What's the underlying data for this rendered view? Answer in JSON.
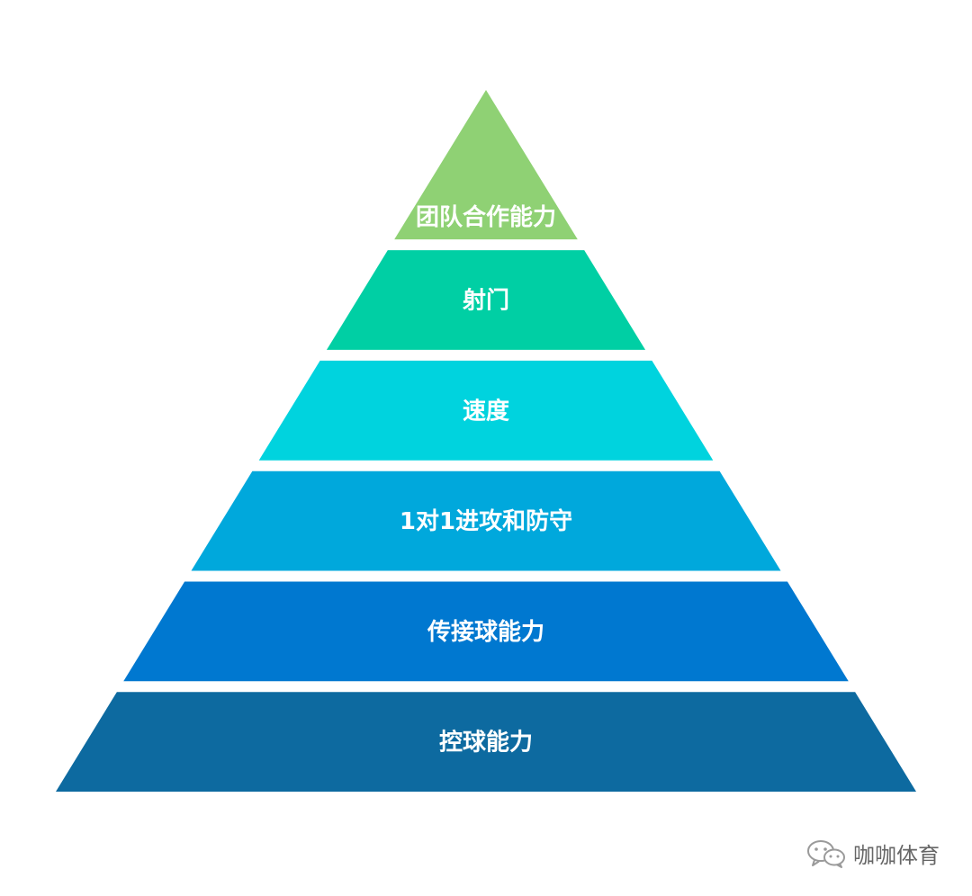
{
  "pyramid": {
    "layers": [
      {
        "label": "团队合作能力",
        "color": "#8fd174"
      },
      {
        "label": "射门",
        "color": "#00cfa4"
      },
      {
        "label": "速度",
        "color": "#00d3de"
      },
      {
        "label": "1对1进攻和防守",
        "color": "#00a8dc"
      },
      {
        "label": "传接球能力",
        "color": "#0078d0"
      },
      {
        "label": "控球能力",
        "color": "#0d6aa0"
      }
    ]
  },
  "watermark": {
    "icon": "wechat-icon",
    "text": "咖咖体育"
  }
}
